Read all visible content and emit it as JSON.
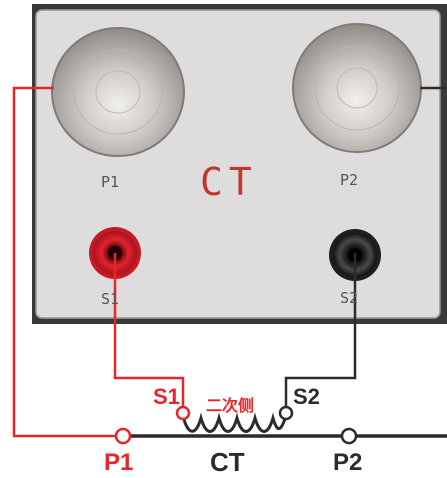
{
  "panel": {
    "title": "CT",
    "terminal_p1": "P1",
    "terminal_p2": "P2",
    "terminal_s1": "S1",
    "terminal_s2": "S2",
    "panel_color": "#dedcdc",
    "frame_color": "#2f2f2f",
    "knob_color": "#c9c6c2",
    "jack_s1_color": "#d61d25",
    "jack_s2_color": "#222222"
  },
  "diagram": {
    "s1": "S1",
    "s2": "S2",
    "secondary_side": "二次侧",
    "p1": "P1",
    "ct": "CT",
    "p2": "P2",
    "red_color": "#e8252b",
    "dark_color": "#2b2b2b"
  }
}
